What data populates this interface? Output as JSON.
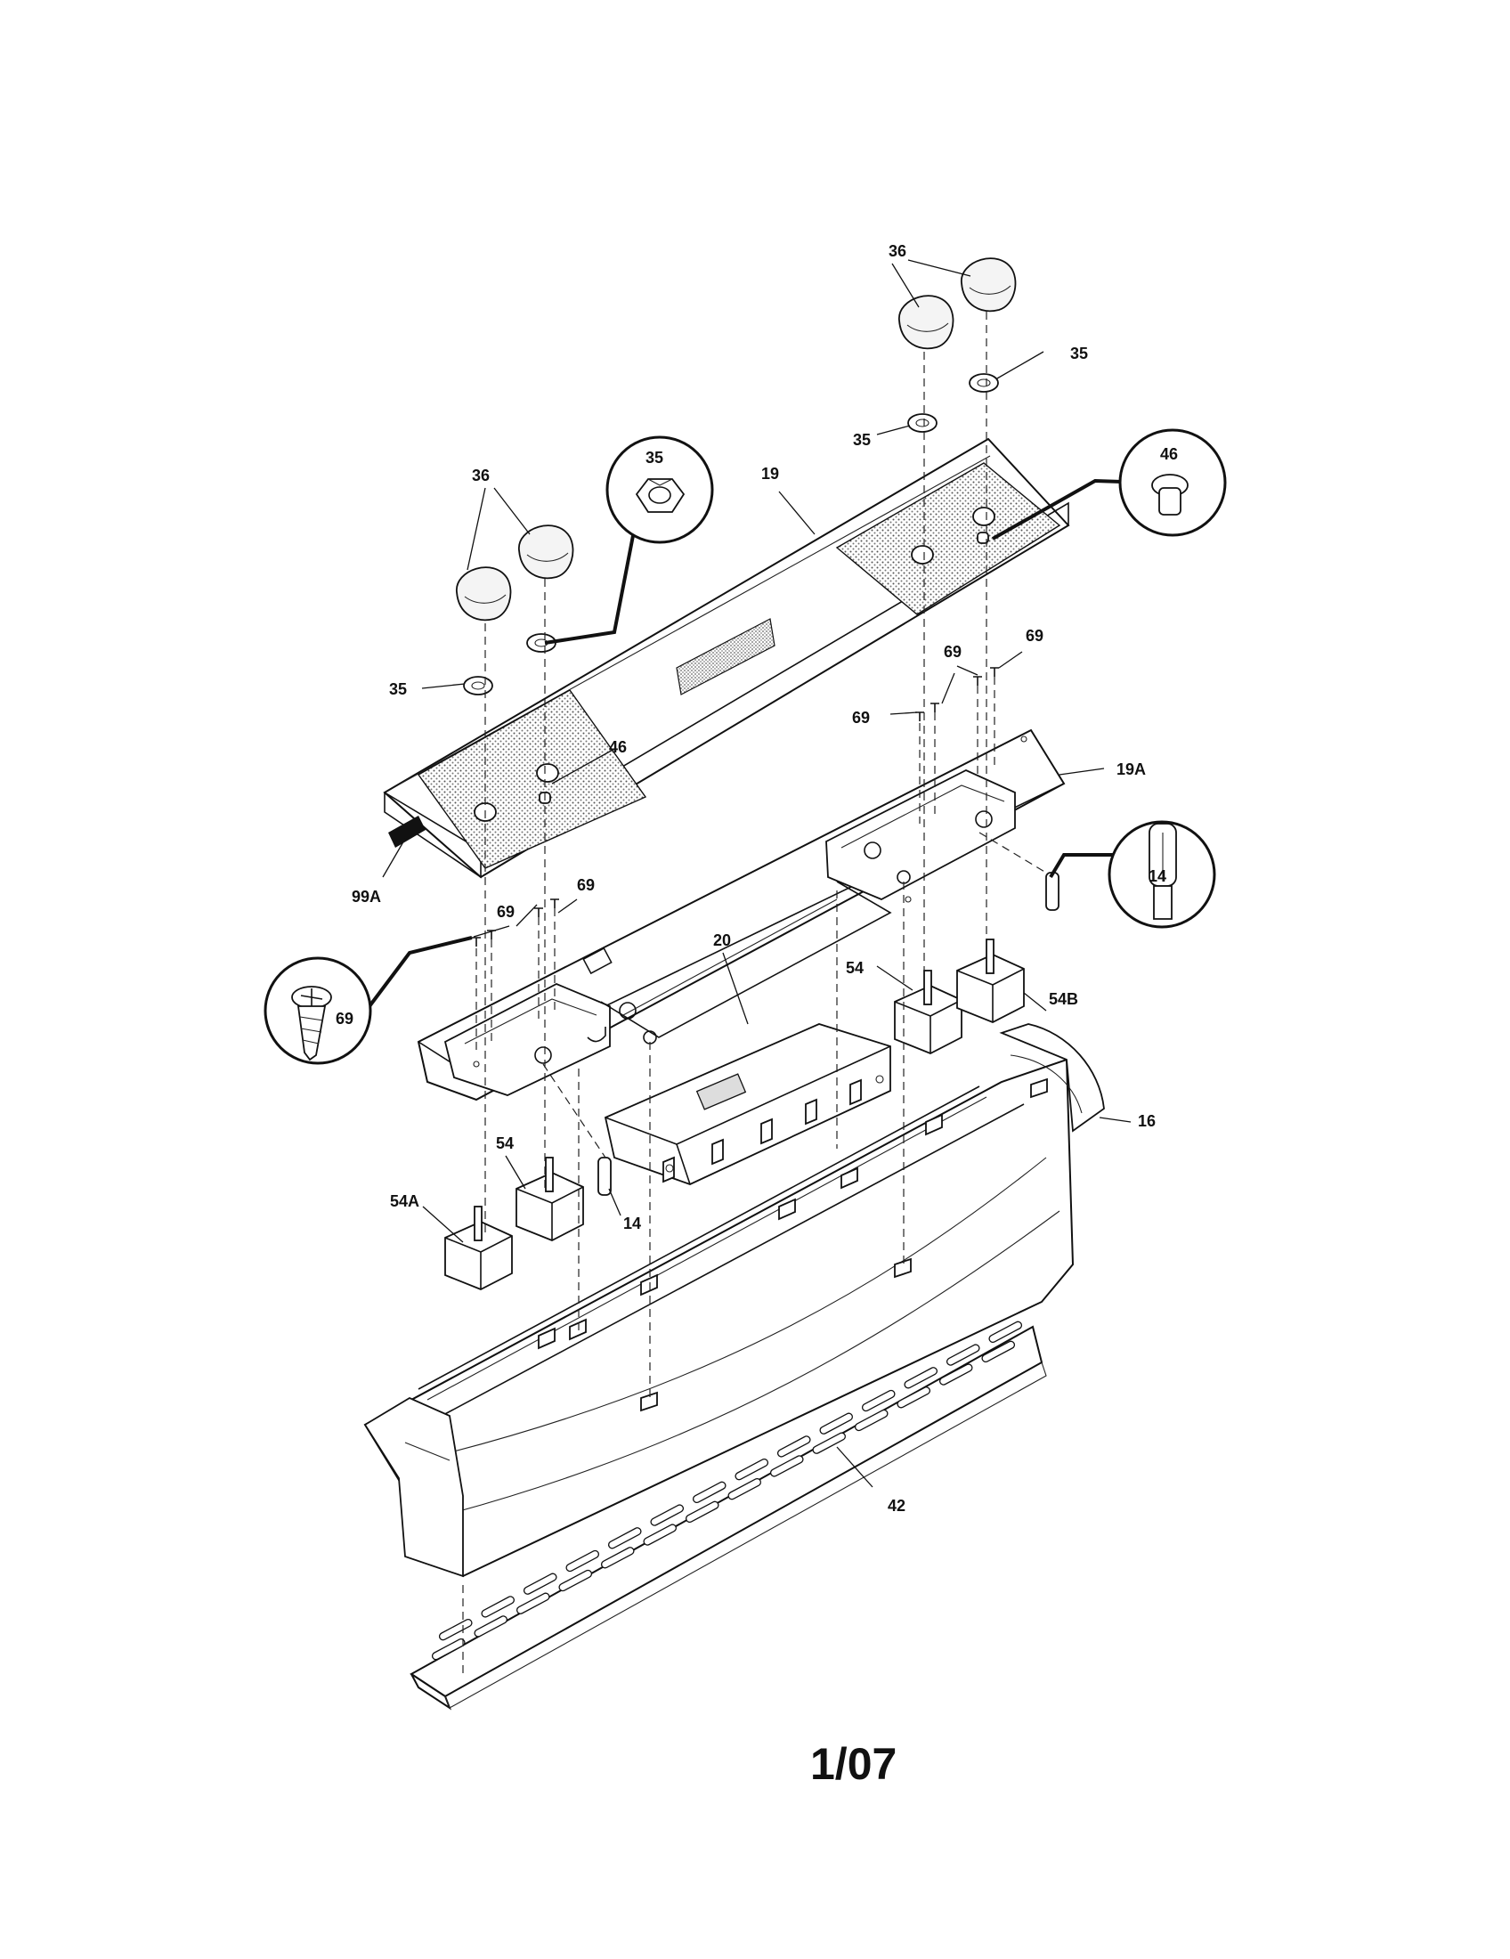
{
  "page_footer": "1/07",
  "callouts": [
    {
      "id": "c36a",
      "text": "36"
    },
    {
      "id": "c35a",
      "text": "35"
    },
    {
      "id": "c35b",
      "text": "35"
    },
    {
      "id": "c19",
      "text": "19"
    },
    {
      "id": "c46a",
      "text": "46"
    },
    {
      "id": "c69a",
      "text": "69"
    },
    {
      "id": "c69b",
      "text": "69"
    },
    {
      "id": "c69c",
      "text": "69"
    },
    {
      "id": "c19A",
      "text": "19A"
    },
    {
      "id": "c14a",
      "text": "14"
    },
    {
      "id": "c54a",
      "text": "54"
    },
    {
      "id": "c54B",
      "text": "54B"
    },
    {
      "id": "c36b",
      "text": "36"
    },
    {
      "id": "c35c",
      "text": "35"
    },
    {
      "id": "c35d",
      "text": "35"
    },
    {
      "id": "c46b",
      "text": "46"
    },
    {
      "id": "c99A",
      "text": "99A"
    },
    {
      "id": "c69d",
      "text": "69"
    },
    {
      "id": "c69e",
      "text": "69"
    },
    {
      "id": "c20",
      "text": "20"
    },
    {
      "id": "c69f",
      "text": "69"
    },
    {
      "id": "c16",
      "text": "16"
    },
    {
      "id": "c54b",
      "text": "54"
    },
    {
      "id": "c54A",
      "text": "54A"
    },
    {
      "id": "c14b",
      "text": "14"
    },
    {
      "id": "c42",
      "text": "42"
    }
  ]
}
